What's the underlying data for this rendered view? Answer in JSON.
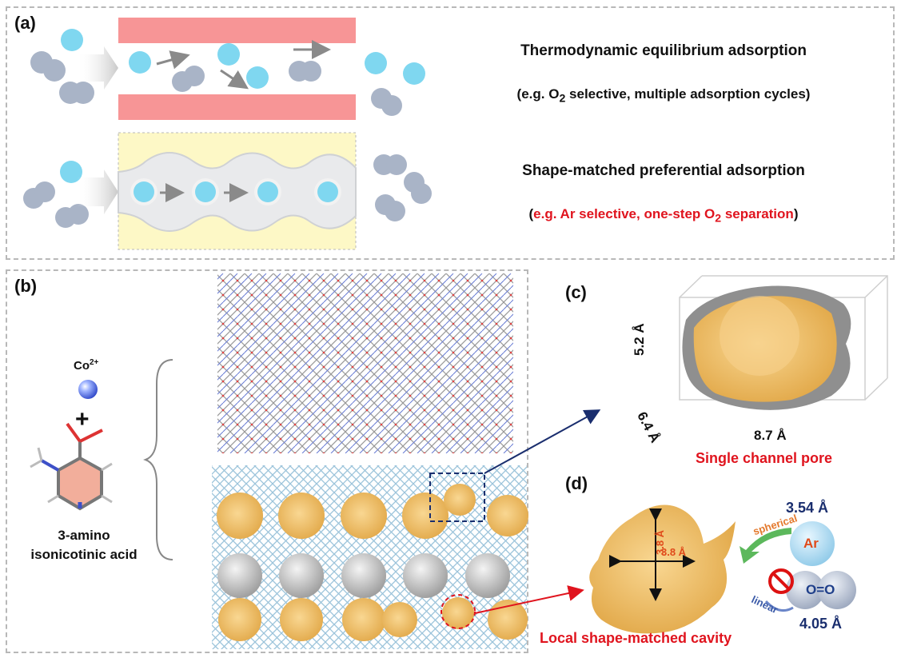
{
  "panels": {
    "a": "(a)",
    "b": "(b)",
    "c": "(c)",
    "d": "(d)"
  },
  "panel_a": {
    "row1_title": "Thermodynamic equilibrium adsorption",
    "row1_sub_prefix": "(e.g. O",
    "row1_sub_sub": "2",
    "row1_sub_suffix": " selective, multiple adsorption cycles)",
    "row2_title": "Shape-matched preferential adsorption",
    "row2_sub_open": "(",
    "row2_sub_red_a": "e.g. Ar selective, one-step O",
    "row2_sub_red_sub": "2",
    "row2_sub_red_b": " separation",
    "row2_sub_close": ")"
  },
  "panel_b": {
    "metal_base": "Co",
    "metal_sup": "2+",
    "plus": "+",
    "ligand_line1": "3-amino",
    "ligand_line2": "isonicotinic acid"
  },
  "panel_c": {
    "dim_vertical": "5.2 Å",
    "dim_depth": "6.4 Å",
    "dim_horizontal": "8.7 Å",
    "caption": "Single channel pore"
  },
  "panel_d": {
    "dim_a": "3.8 Å",
    "dim_b": "3.8 Å",
    "ar_size": "3.54 Å",
    "ar_label": "Ar",
    "ar_shape": "spherical",
    "o2_label": "O=O",
    "o2_shape": "linear",
    "o2_size": "4.05 Å",
    "caption": "Local shape-matched cavity"
  },
  "colors": {
    "oxygen_blue": "#7fd7f0",
    "nitrogen_gray": "#a9b4c7",
    "pink_wall": "#f79596",
    "yellow_bg": "#fdf8c6",
    "pore_gold": "#f3c46a",
    "red_text": "#e0141e",
    "navy_text": "#1a2e6e"
  }
}
